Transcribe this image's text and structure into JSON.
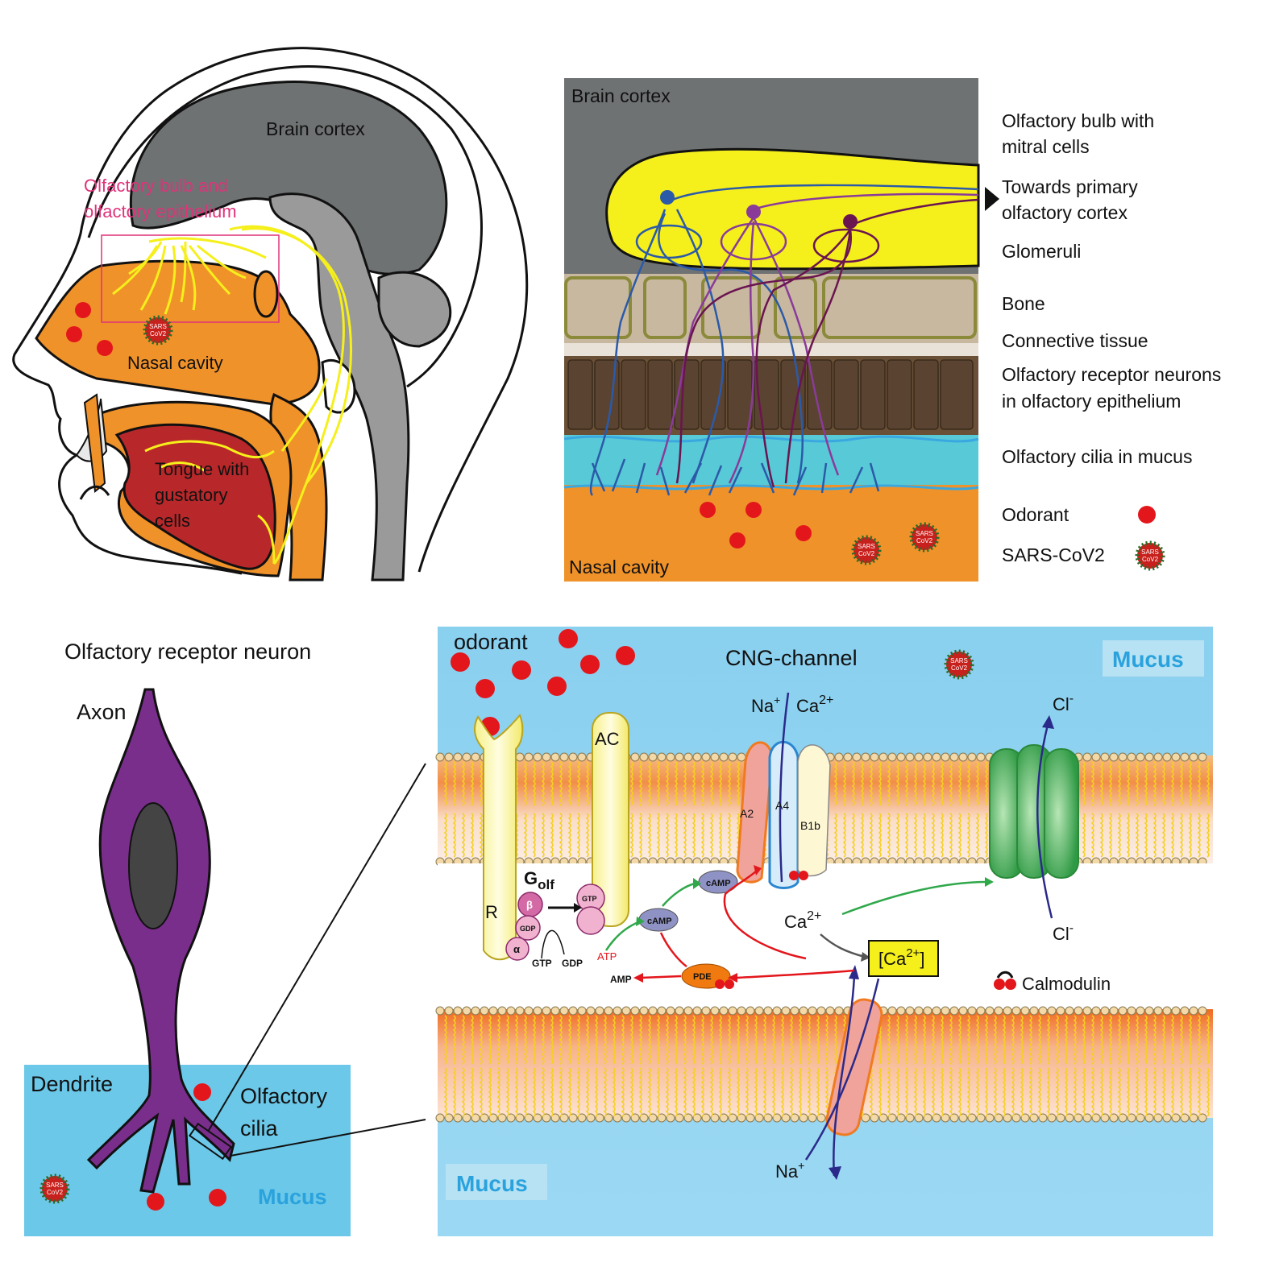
{
  "colors": {
    "cortex": "#6f7273",
    "bulb": "#f5ef1c",
    "bone": "#c8b8a0",
    "bone_edge": "#8a8a3a",
    "epithelium": "#6b5038",
    "cilia_mucus": "#58c9d6",
    "nasal": "#f0922a",
    "odorant": "#e3161c",
    "virus": "#c8201c",
    "virus_spike": "#2a6b2a",
    "mucus_blue": "#8fd3f0",
    "mucus_label": "#2aa2dd",
    "neuron": "#7a2e8c",
    "tongue": "#b8282a",
    "pink_label": "#e0327a",
    "neuron_blue": "#2b5aa8",
    "neuron_purple": "#8a3b9a",
    "neuron_dark": "#6a1450",
    "green_channel": "#33a04a",
    "pde": "#f07a10",
    "camp": "#8f92c4"
  },
  "head": {
    "brain_cortex": "Brain cortex",
    "olfactory_label_1": "Olfactory bulb and",
    "olfactory_label_2": "olfactory epithelium",
    "nasal_cavity": "Nasal cavity",
    "tongue_1": "Tongue with",
    "tongue_2": "gustatory",
    "tongue_3": "cells",
    "virus_1": "SARS",
    "virus_2": "CoV2"
  },
  "section": {
    "brain_cortex": "Brain cortex",
    "nasal_cavity": "Nasal cavity",
    "virus_1": "SARS",
    "virus_2": "CoV2"
  },
  "legend": {
    "bulb_1": "Olfactory bulb with",
    "bulb_2": "mitral cells",
    "towards_1": "Towards primary",
    "towards_2": "olfactory cortex",
    "glomeruli": "Glomeruli",
    "bone": "Bone",
    "connective": "Connective tissue",
    "orn_1": "Olfactory receptor neurons",
    "orn_2": "in olfactory epithelium",
    "cilia": "Olfactory cilia in mucus",
    "odorant": "Odorant",
    "sars": "SARS-CoV2"
  },
  "neuron_panel": {
    "title": "Olfactory receptor neuron",
    "axon": "Axon",
    "dendrite": "Dendrite",
    "cilia_1": "Olfactory",
    "cilia_2": "cilia",
    "mucus": "Mucus",
    "virus_1": "SARS",
    "virus_2": "CoV2"
  },
  "cilium": {
    "odorant": "odorant",
    "cng": "CNG-channel",
    "mucus_top": "Mucus",
    "mucus_bottom": "Mucus",
    "na": "Na",
    "na_sup": "+",
    "ca": "Ca",
    "ca_sup": "2+",
    "cl": "Cl",
    "cl_sup": "-",
    "ac": "AC",
    "r": "R",
    "g": "G",
    "g_sub": "olf",
    "beta": "β",
    "gdp": "GDP",
    "gtp": "GTP",
    "alpha": "α",
    "gtp_text": "GTP",
    "gdp_text": "GDP",
    "atp": "ATP",
    "camp": "cAMP",
    "pde": "PDE",
    "amp": "AMP",
    "a2": "A2",
    "a4": "A4",
    "b1b": "B1b",
    "ca_conc_open": "[Ca",
    "ca_conc_close": "]",
    "calmodulin": "Calmodulin",
    "virus_1": "SARS",
    "virus_2": "CoV2"
  }
}
